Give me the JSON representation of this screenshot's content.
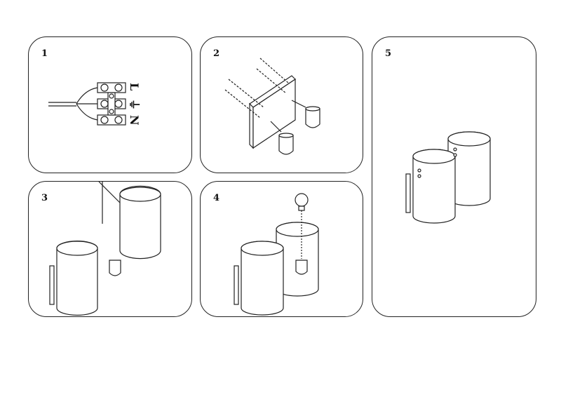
{
  "steps": [
    {
      "number": "1",
      "terminal_labels": [
        "L",
        "⏚",
        "N"
      ]
    },
    {
      "number": "2"
    },
    {
      "number": "3"
    },
    {
      "number": "4"
    },
    {
      "number": "5"
    }
  ]
}
